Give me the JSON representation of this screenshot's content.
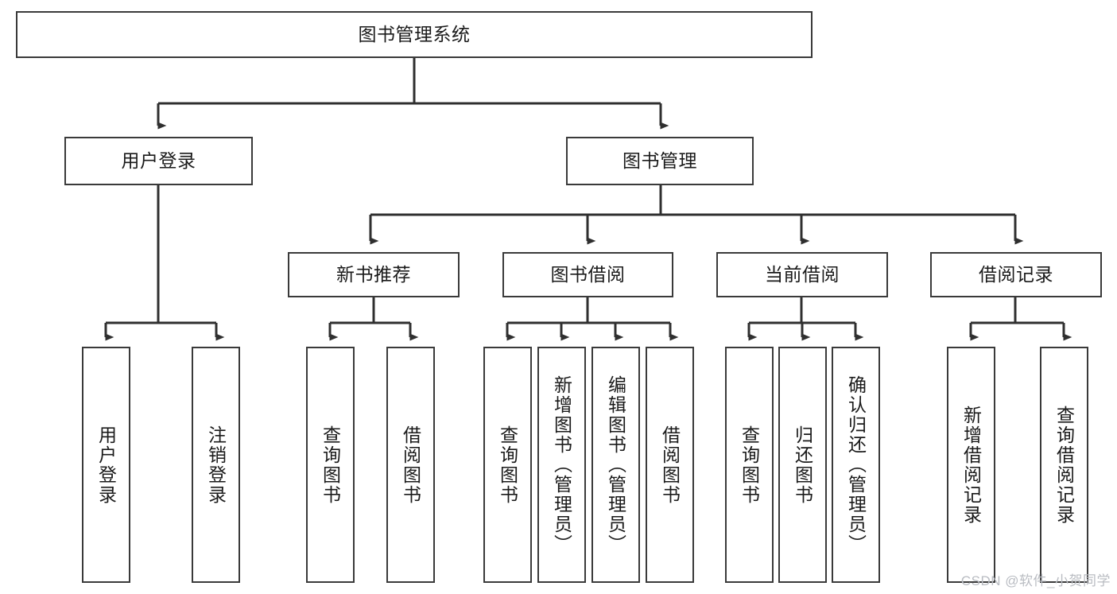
{
  "diagram": {
    "title": "图书管理系统",
    "watermark": "CSDN @软件_小贺同学",
    "accent_color": "#3a3a3a",
    "text_color": "#1a1a1a",
    "background": "#ffffff",
    "root": {
      "label": "图书管理系统"
    },
    "level1": [
      {
        "label": "用户登录"
      },
      {
        "label": "图书管理"
      }
    ],
    "level2": [
      {
        "label": "新书推荐"
      },
      {
        "label": "图书借阅"
      },
      {
        "label": "当前借阅"
      },
      {
        "label": "借阅记录"
      }
    ],
    "leaves": {
      "user_login": [
        {
          "label": "用户登录"
        },
        {
          "label": "注销登录"
        }
      ],
      "new_book": [
        {
          "label": "查询图书"
        },
        {
          "label": "借阅图书"
        }
      ],
      "borrow_book": [
        {
          "label": "查询图书"
        },
        {
          "label": "新增图书（管理员）"
        },
        {
          "label": "编辑图书（管理员）"
        },
        {
          "label": "借阅图书"
        }
      ],
      "current_borrow": [
        {
          "label": "查询图书"
        },
        {
          "label": "归还图书"
        },
        {
          "label": "确认归还（管理员）"
        }
      ],
      "borrow_record": [
        {
          "label": "新增借阅记录"
        },
        {
          "label": "查询借阅记录"
        }
      ]
    }
  }
}
